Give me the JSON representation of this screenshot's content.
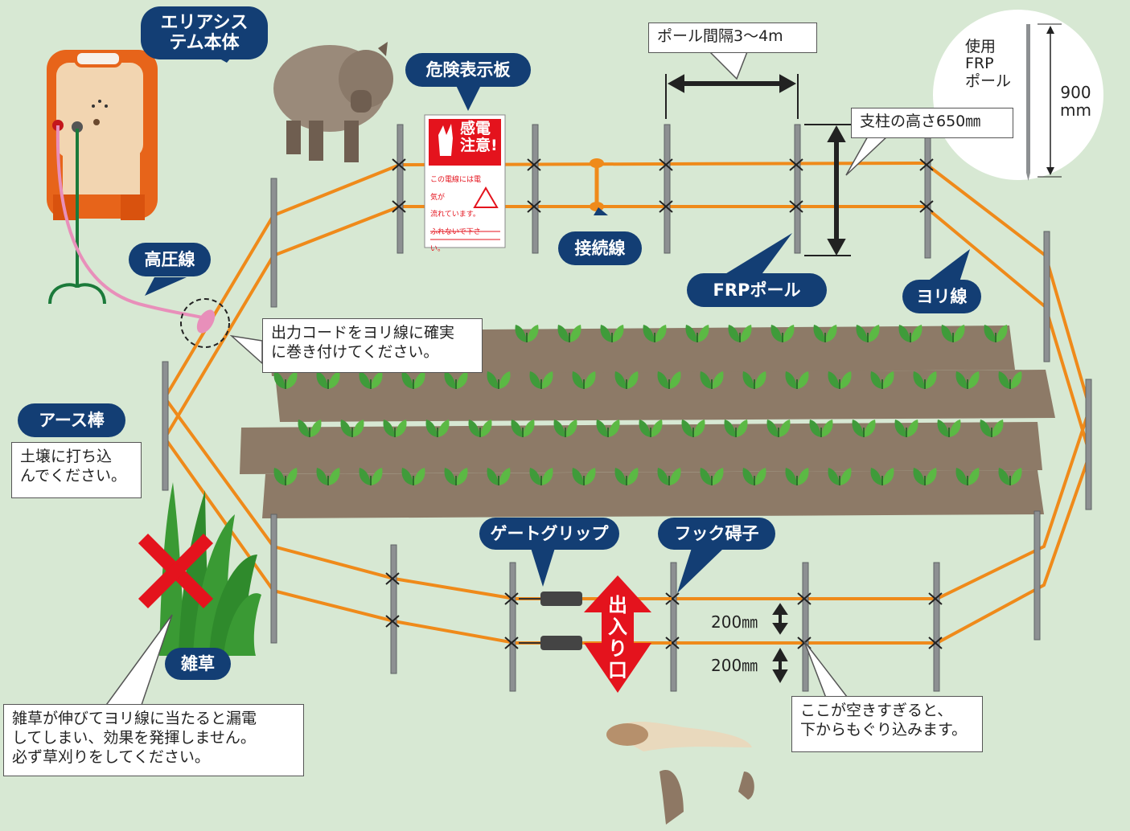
{
  "labels": {
    "energizer": "エリアシス\nテム本体",
    "danger_sign": "危険表示板",
    "connection_wire": "接続線",
    "frp_pole": "FRPポール",
    "twisted_wire": "ヨリ線",
    "high_voltage_wire": "高圧線",
    "ground_rod": "アース棒",
    "weeds": "雑草",
    "gate_grip": "ゲートグリップ",
    "hook_insulator": "フック碍子",
    "entrance": "出入り口"
  },
  "notes": {
    "pole_spacing": "ポール間隔3～4m",
    "post_height": "支柱の高さ650㎜",
    "output_cord": "出力コードをヨリ線に確実\nに巻き付けてください。",
    "ground_rod": "土壌に打ち込\nんでください。",
    "weeds": "雑草が伸びてヨリ線に当たると漏電\nしてしまい、効果を発揮しません。\n必ず草刈りをしてください。",
    "gap": "ここが空きすぎると、\n下からもぐり込みます。"
  },
  "dimensions": {
    "gap_upper": "200㎜",
    "gap_lower": "200㎜"
  },
  "inset": {
    "pole_label": "使用\nFRP\nポール",
    "height_value": "900\nmm"
  },
  "sign": {
    "title": "感電\n注意!",
    "text": "この電線には電気が\n流れています。\nふれないで下さい。"
  },
  "colors": {
    "wire": "#ef8a1a",
    "label_bg": "#133e74",
    "warning": "#e4131d",
    "background": "#d7e8d3"
  }
}
